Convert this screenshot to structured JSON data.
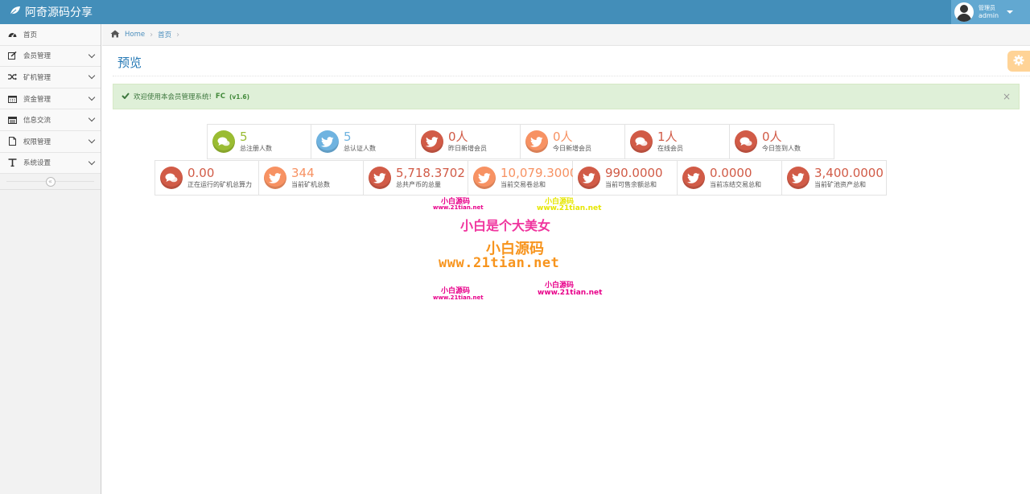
{
  "app": {
    "title": "阿奇源码分享"
  },
  "user": {
    "role": "管理员",
    "name": "admin"
  },
  "sidebar": {
    "items": [
      {
        "label": "首页",
        "icon": "dashboard-icon"
      },
      {
        "label": "会员管理",
        "icon": "edit-icon"
      },
      {
        "label": "矿机管理",
        "icon": "shuffle-icon"
      },
      {
        "label": "资金管理",
        "icon": "calendar-icon"
      },
      {
        "label": "信息交流",
        "icon": "list-icon"
      },
      {
        "label": "权限管理",
        "icon": "file-icon"
      },
      {
        "label": "系统设置",
        "icon": "text-icon"
      }
    ],
    "collapse_icon": "double-chevron-left-icon"
  },
  "breadcrumb": {
    "home": "Home",
    "current": "首页"
  },
  "page": {
    "title": "预览"
  },
  "alert": {
    "text": "欢迎使用本会员管理系统!",
    "brand": "FC",
    "version": "(v1.6)"
  },
  "stats": {
    "row1": [
      {
        "value": "5",
        "label": "总注册人数",
        "icon": "comments-icon",
        "color": "#9abc32"
      },
      {
        "value": "5",
        "label": "总认证人数",
        "icon": "twitter-icon",
        "color": "#6fb3e0"
      },
      {
        "value": "0人",
        "label": "昨日新增会员",
        "icon": "twitter-icon",
        "color": "#d15b47"
      },
      {
        "value": "0人",
        "label": "今日新增会员",
        "icon": "twitter-icon",
        "color": "#f79263"
      },
      {
        "value": "1人",
        "label": "在线会员",
        "icon": "comments-icon",
        "color": "#d15b47"
      },
      {
        "value": "0人",
        "label": "今日签到人数",
        "icon": "comments-icon",
        "color": "#d15b47"
      }
    ],
    "row2": [
      {
        "value": "0.00",
        "label": "正在运行的矿机总算力",
        "icon": "comments-icon",
        "color": "#d15b47"
      },
      {
        "value": "344",
        "label": "当前矿机总数",
        "icon": "twitter-icon",
        "color": "#f79263"
      },
      {
        "value": "5,718.3702",
        "label": "总共产币的总量",
        "icon": "twitter-icon",
        "color": "#d15b47"
      },
      {
        "value": "10,079.3000",
        "label": "当前交易卷总和",
        "icon": "twitter-icon",
        "color": "#f79263"
      },
      {
        "value": "990.0000",
        "label": "当前可售余额总和",
        "icon": "twitter-icon",
        "color": "#d15b47"
      },
      {
        "value": "0.0000",
        "label": "当前冻结交易总和",
        "icon": "twitter-icon",
        "color": "#d15b47"
      },
      {
        "value": "3,400.0000",
        "label": "当前矿池资产总和",
        "icon": "twitter-icon",
        "color": "#d15b47"
      }
    ]
  },
  "watermark": {
    "tl_title": "小白源码",
    "tl_url": "www.21tian.net",
    "tr_title": "小白源码",
    "tr_url": "www.21tian.net",
    "main_slogan": "小白是个大美女",
    "main_title": "小白源码",
    "main_url": "www.21tian.net",
    "bl_title": "小白源码",
    "bl_url": "www.21tian.net",
    "br_title": "小白源码",
    "br_url": "www.21tian.net"
  },
  "colors": {
    "navbar": "#438eb9",
    "accent": "#2679b5",
    "alert_bg": "#dff0d8"
  }
}
